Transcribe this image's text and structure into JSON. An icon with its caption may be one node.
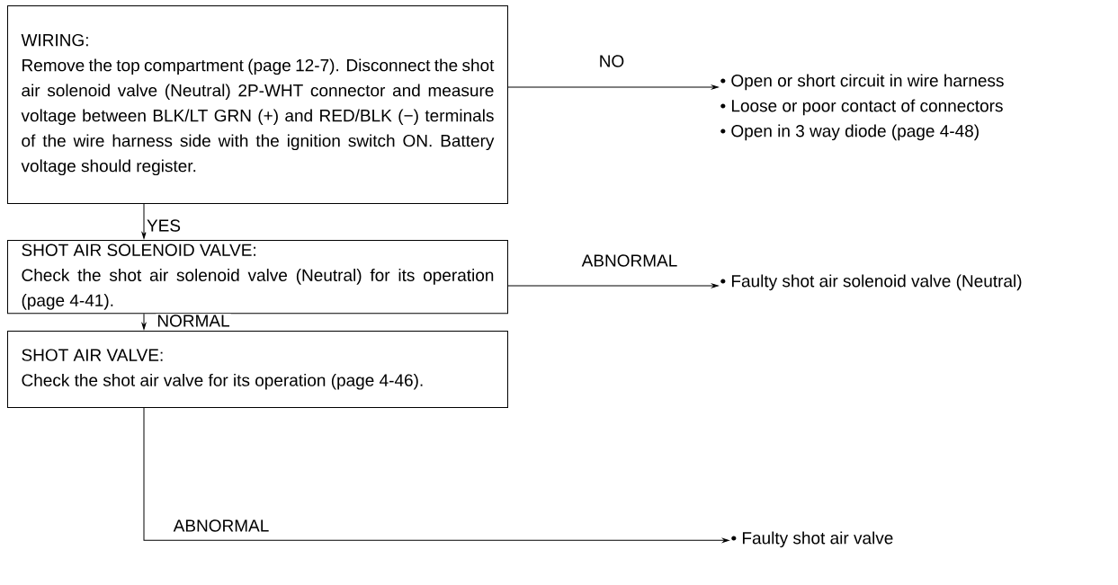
{
  "diagram": {
    "nodes": [
      {
        "text": [
          "WIRING:",
          "Remove the top compartment (page 12-7). Disconnect the shot air solenoid valve (Neutral) 2P-WHT connector and measure voltage between BLK/LT GRN (+) and RED/BLK (−) terminals of the wire harness side with the ignition switch ON. Battery voltage should register."
        ]
      },
      {
        "text": [
          "• Open or short circuit in wire harness",
          "• Loose or poor contact of connectors",
          "• Open in 3 way diode (page 4-48)"
        ]
      },
      {
        "text": [
          "SHOT AIR SOLENOID VALVE:",
          "Check the shot air solenoid valve (Neutral) for its operation (page 4-41)."
        ]
      },
      {
        "text": [
          "• Faulty shot air solenoid valve (Neutral)"
        ]
      },
      {
        "text": [
          "SHOT AIR VALVE:",
          "Check the shot air valve for its operation (page 4-46)."
        ]
      },
      {
        "text": [
          "• Faulty shot air valve"
        ]
      }
    ],
    "edges": [
      {
        "from": 0,
        "to": 1,
        "arrow": "to",
        "label": "NO"
      },
      {
        "from": 0,
        "to": 2,
        "arrow": "to",
        "label": "YES"
      },
      {
        "from": 2,
        "to": 3,
        "arrow": "to",
        "label": "ABNORMAL"
      },
      {
        "from": 2,
        "to": 4,
        "arrow": "to",
        "label": "NORMAL"
      },
      {
        "from": 4,
        "to": 5,
        "arrow": "to",
        "label": "ABNORMAL"
      }
    ]
  }
}
